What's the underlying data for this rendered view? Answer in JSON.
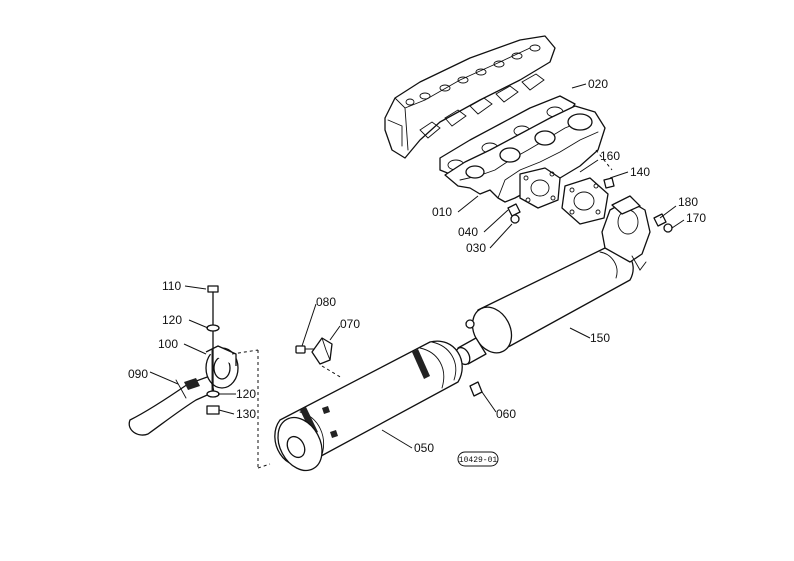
{
  "diagram": {
    "labels": {
      "p010": "010",
      "p020": "020",
      "p030": "030",
      "p040": "040",
      "p050": "050",
      "p060": "060",
      "p070": "070",
      "p080": "080",
      "p090": "090",
      "p100": "100",
      "p110": "110",
      "p120a": "120",
      "p120b": "120",
      "p130": "130",
      "p140": "140",
      "p150": "150",
      "p160": "160",
      "p170": "170",
      "p180": "180"
    },
    "drawing_code": "10429-01"
  }
}
